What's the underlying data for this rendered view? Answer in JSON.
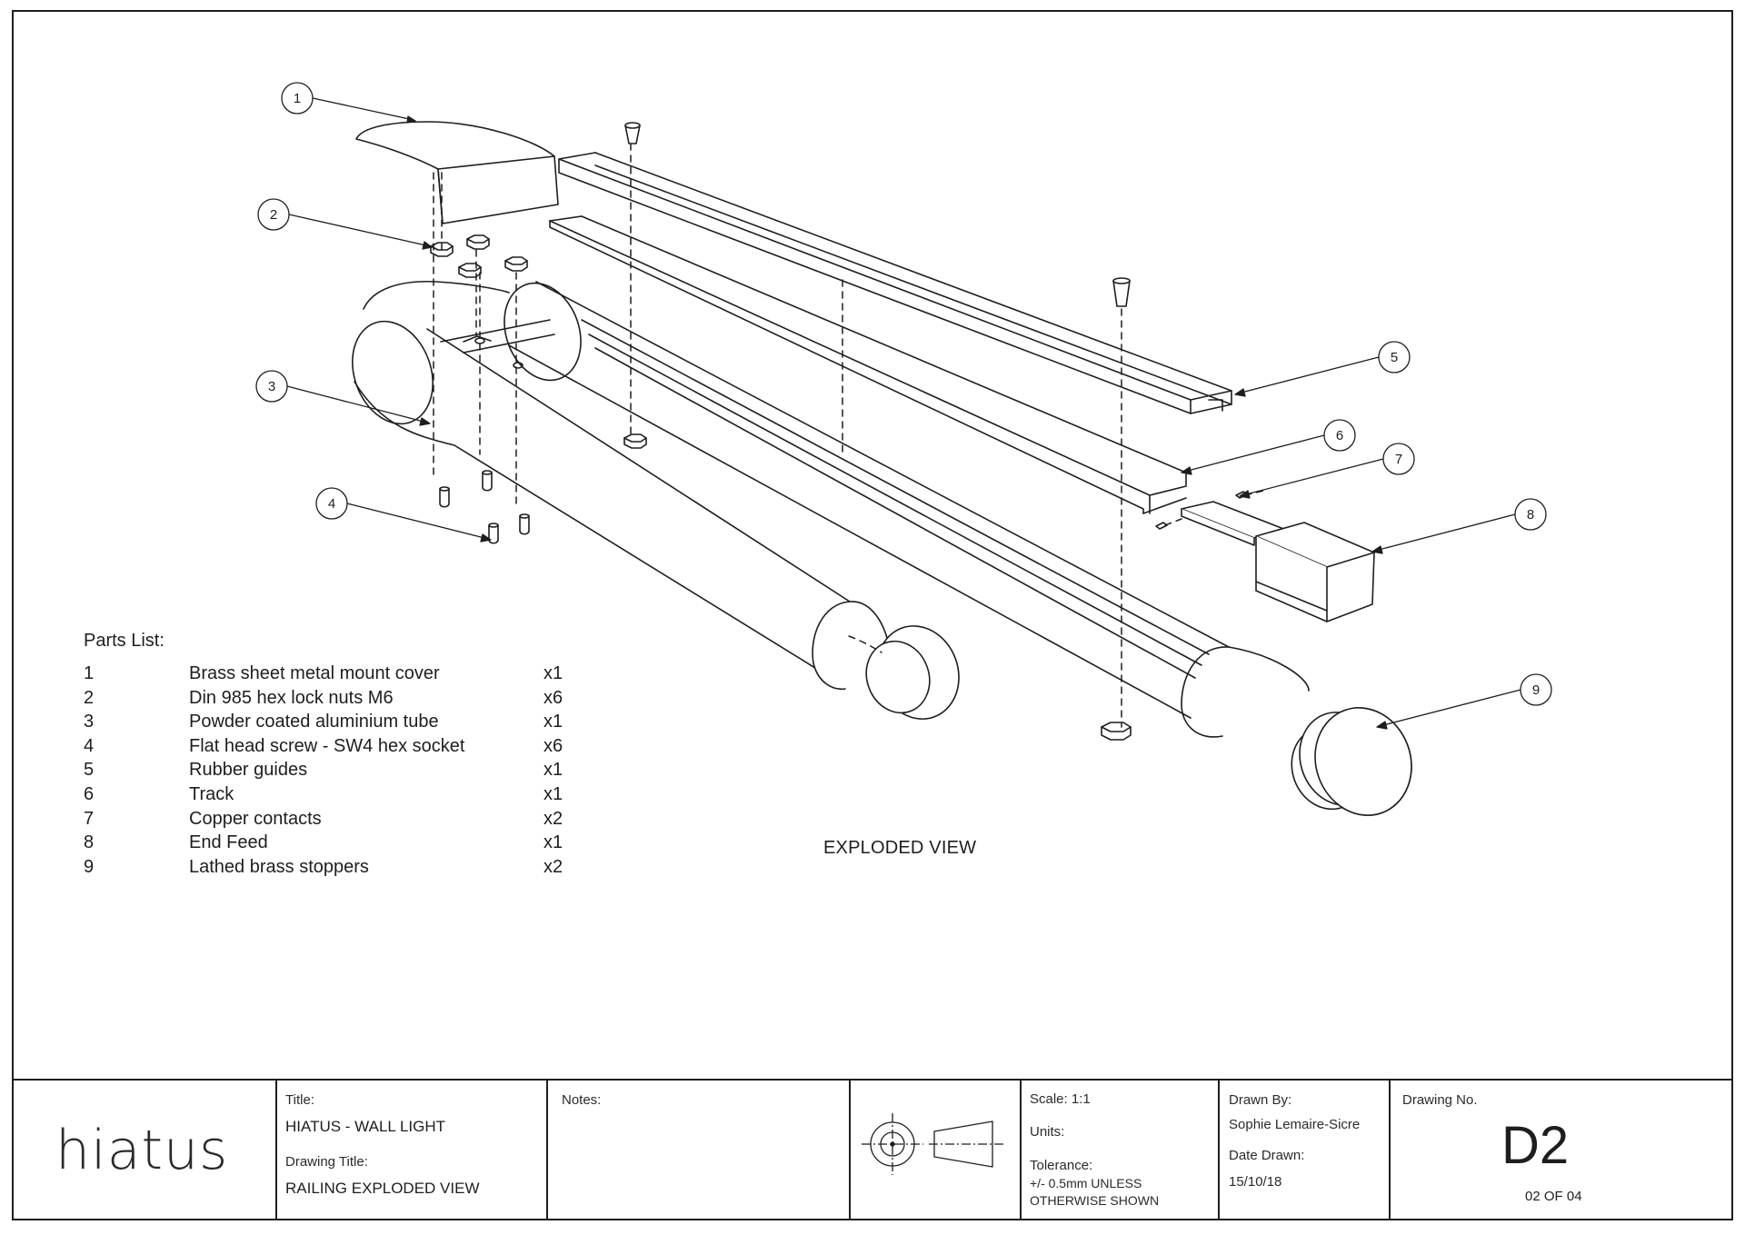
{
  "parts_list": {
    "title": "Parts List:",
    "items": [
      {
        "num": "1",
        "description": "Brass sheet metal mount cover",
        "qty": "x1"
      },
      {
        "num": "2",
        "description": "Din 985 hex lock nuts M6",
        "qty": "x6"
      },
      {
        "num": "3",
        "description": "Powder coated aluminium tube",
        "qty": "x1"
      },
      {
        "num": "4",
        "description": "Flat head screw - SW4 hex socket",
        "qty": "x6"
      },
      {
        "num": "5",
        "description": "Rubber guides",
        "qty": "x1"
      },
      {
        "num": "6",
        "description": "Track",
        "qty": "x1"
      },
      {
        "num": "7",
        "description": "Copper contacts",
        "qty": "x2"
      },
      {
        "num": "8",
        "description": "End Feed",
        "qty": "x1"
      },
      {
        "num": "9",
        "description": "Lathed brass stoppers",
        "qty": "x2"
      }
    ]
  },
  "view_label": "EXPLODED VIEW",
  "balloons": [
    "1",
    "2",
    "3",
    "4",
    "5",
    "6",
    "7",
    "8",
    "9"
  ],
  "title_block": {
    "logo": "hiatus",
    "title_label": "Title:",
    "title_value": "HIATUS - WALL LIGHT",
    "drawing_title_label": "Drawing Title:",
    "drawing_title_value": "RAILING EXPLODED VIEW",
    "notes_label": "Notes:",
    "projection_symbol": "third-angle-projection-icon",
    "scale": "Scale: 1:1",
    "units_label": "Units:",
    "tolerance_label": "Tolerance:",
    "tolerance_line1": "+/- 0.5mm UNLESS",
    "tolerance_line2": "OTHERWISE SHOWN",
    "drawn_by_label": "Drawn By:",
    "drawn_by_value": "Sophie Lemaire-Sicre",
    "date_drawn_label": "Date Drawn:",
    "date_drawn_value": "15/10/18",
    "drawing_no_label": "Drawing No.",
    "drawing_no_value": "D2",
    "sheet": "02 OF 04"
  },
  "colors": {
    "line": "#1e1e1e",
    "paper": "#ffffff"
  }
}
